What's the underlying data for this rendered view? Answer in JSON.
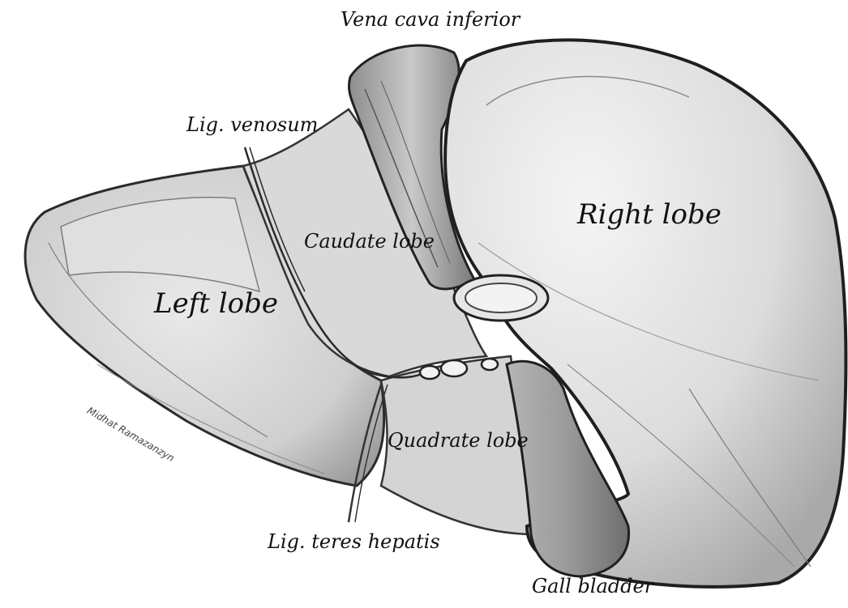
{
  "labels": {
    "vena_cava": "Vena cava inferior",
    "lig_venosum": "Lig. venosum",
    "caudate": "Caudate lobe",
    "right_lobe": "Right lobe",
    "left_lobe": "Left lobe",
    "quadrate": "Quadrate lobe",
    "lig_teres": "Lig. teres hepatis",
    "gall_bladder": "Gall bladder"
  },
  "signature": "Midhat Ramazanzyn"
}
